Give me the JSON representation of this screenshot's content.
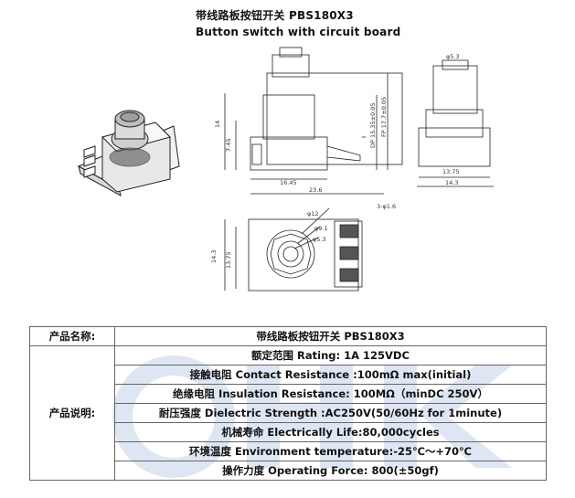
{
  "header": {
    "title": "带线路板按钮开关 PBS180X3",
    "subtitle": "Button switch with circuit board"
  },
  "drawing": {
    "dimensions": {
      "top_dia": "φ5.3",
      "height_total": "14",
      "height_a": "7.45",
      "dp": "DP 15.35±0.05",
      "fp": "FP 17.7±0.05",
      "width_a": "16.45",
      "width_b": "23.6",
      "side_a": "13.75",
      "side_b": "14.3",
      "dia_a": "φ12",
      "dia_b": "φ9.1",
      "dia_c": "φ5.3",
      "pins": "3-φ1.6",
      "bottom_h1": "14.3",
      "bottom_h2": "13.75"
    }
  },
  "specs": {
    "name_label": "产品名称:",
    "name_value": "带线路板按钮开关 PBS180X3",
    "desc_label": "产品说明:",
    "rows": [
      "额定范围 Rating: 1A 125VDC",
      "接触电阻 Contact Resistance :100mΩ max(initial)",
      "绝缘电阻 Insulation Resistance: 100MΩ（minDC 250V）",
      "耐压强度 Dielectric Strength :AC250V(50/60Hz for 1minute)",
      "机械寿命 Electrically Life:80,000cycles",
      "环境温度 Environment temperature:-25℃～+70℃",
      "操作力度 Operating Force: 800(±50gf)"
    ]
  },
  "colors": {
    "line": "#222222",
    "watermark": "#dfe6f3",
    "border": "#666666"
  }
}
